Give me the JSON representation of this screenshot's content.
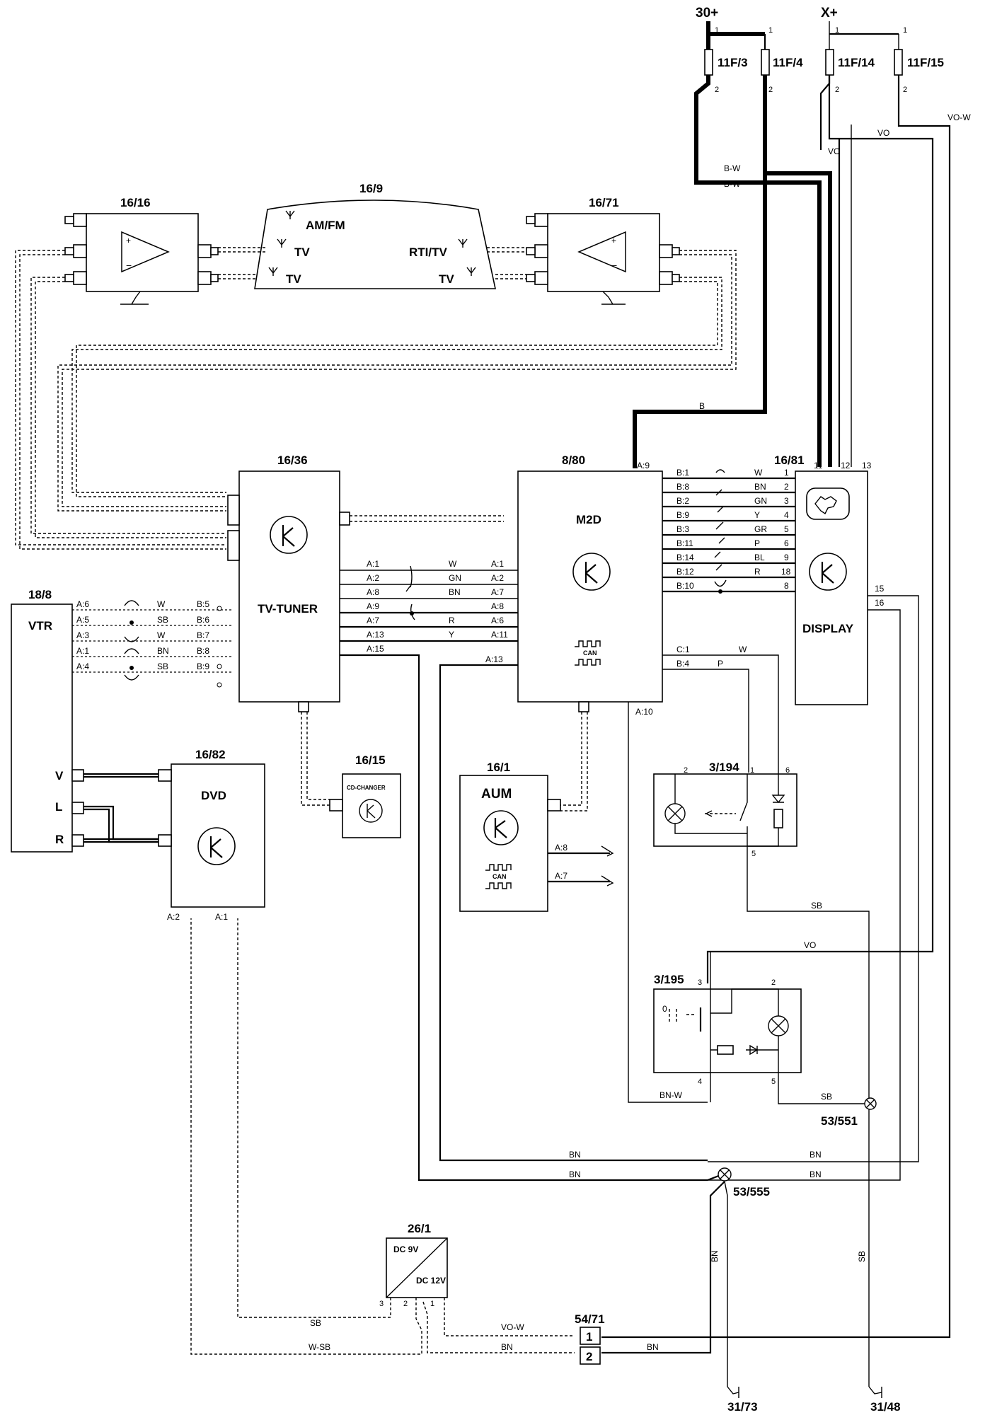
{
  "supplies": {
    "b30": "30+",
    "x": "X+"
  },
  "fuses": [
    "11F/3",
    "11F/4",
    "11F/14",
    "11F/15"
  ],
  "components": {
    "amp1": "16/16",
    "antenna": "16/9",
    "amp2": "16/71",
    "tuner_id": "16/36",
    "tuner_name": "TV-TUNER",
    "m2d_id": "8/80",
    "m2d_name": "M2D",
    "display_id": "16/81",
    "display_name": "DISPLAY",
    "vtr_id": "18/8",
    "vtr_name": "VTR",
    "dvd_id": "16/82",
    "dvd_name": "DVD",
    "cd_id": "16/15",
    "cd_name": "CD-CHANGER",
    "aum_id": "16/1",
    "aum_name": "AUM",
    "sw1": "3/194",
    "sw2": "3/195",
    "conv_id": "26/1",
    "conv_in": "DC 9V",
    "conv_out": "DC 12V",
    "conn": "54/71",
    "gnd1": "53/551",
    "gnd2": "53/555",
    "e1": "31/73",
    "e2": "31/48",
    "can": "CAN"
  },
  "antenna_labels": [
    "AM/FM",
    "TV",
    "TV",
    "RTI/TV",
    "TV"
  ],
  "vtr_pins": [
    "V",
    "L",
    "R"
  ],
  "wire_colors": {
    "bw": "B-W",
    "b": "B",
    "vo": "VO",
    "vow": "VO-W",
    "sb": "SB",
    "bn": "BN",
    "bnw": "BN-W",
    "wsb": "W-SB",
    "w": "W",
    "p": "P"
  },
  "tuner_m2d": [
    {
      "tp": "A:1",
      "c": "W",
      "mp": "A:1"
    },
    {
      "tp": "A:2",
      "c": "GN",
      "mp": "A:2"
    },
    {
      "tp": "A:8",
      "c": "BN",
      "mp": "A:7"
    },
    {
      "tp": "A:9",
      "c": "",
      "mp": "A:8"
    },
    {
      "tp": "A:7",
      "c": "R",
      "mp": "A:6"
    },
    {
      "tp": "A:13",
      "c": "Y",
      "mp": "A:11"
    },
    {
      "tp": "A:15",
      "c": "",
      "mp": "A:13"
    }
  ],
  "vtr_tuner": [
    {
      "vp": "A:6",
      "c": "W",
      "tp": "B:5"
    },
    {
      "vp": "A:5",
      "c": "SB",
      "tp": "B:6"
    },
    {
      "vp": "A:3",
      "c": "W",
      "tp": "B:7"
    },
    {
      "vp": "A:1",
      "c": "BN",
      "tp": "B:8"
    },
    {
      "vp": "A:4",
      "c": "SB",
      "tp": "B:9"
    }
  ],
  "m2d_display": [
    {
      "mp": "B:1",
      "c": "W",
      "dp": "1"
    },
    {
      "mp": "B:8",
      "c": "BN",
      "dp": "2"
    },
    {
      "mp": "B:2",
      "c": "GN",
      "dp": "3"
    },
    {
      "mp": "B:9",
      "c": "Y",
      "dp": "4"
    },
    {
      "mp": "B:3",
      "c": "GR",
      "dp": "5"
    },
    {
      "mp": "B:11",
      "c": "P",
      "dp": "6"
    },
    {
      "mp": "B:14",
      "c": "BL",
      "dp": "9"
    },
    {
      "mp": "B:12",
      "c": "R",
      "dp": "18"
    },
    {
      "mp": "B:10",
      "c": "",
      "dp": "8"
    }
  ],
  "pins": {
    "fuse_in": "1",
    "fuse_out": "2",
    "m2d_a9": "A:9",
    "m2d_a10": "A:10",
    "m2d_c1": "C:1",
    "m2d_b4": "B:4",
    "d11": "11",
    "d12": "12",
    "d13": "13",
    "d15": "15",
    "d16": "16",
    "aum_a8": "A:8",
    "aum_a7": "A:7",
    "dvd_a2": "A:2",
    "dvd_a1": "A:1",
    "s194_2": "2",
    "s194_1": "1",
    "s194_6": "6",
    "s194_5": "5",
    "s195_3": "3",
    "s195_2": "2",
    "s195_4": "4",
    "s195_5": "5",
    "s195_0": "0",
    "c3": "3",
    "c2": "2",
    "c1": "1",
    "k1": "1",
    "k2": "2"
  }
}
